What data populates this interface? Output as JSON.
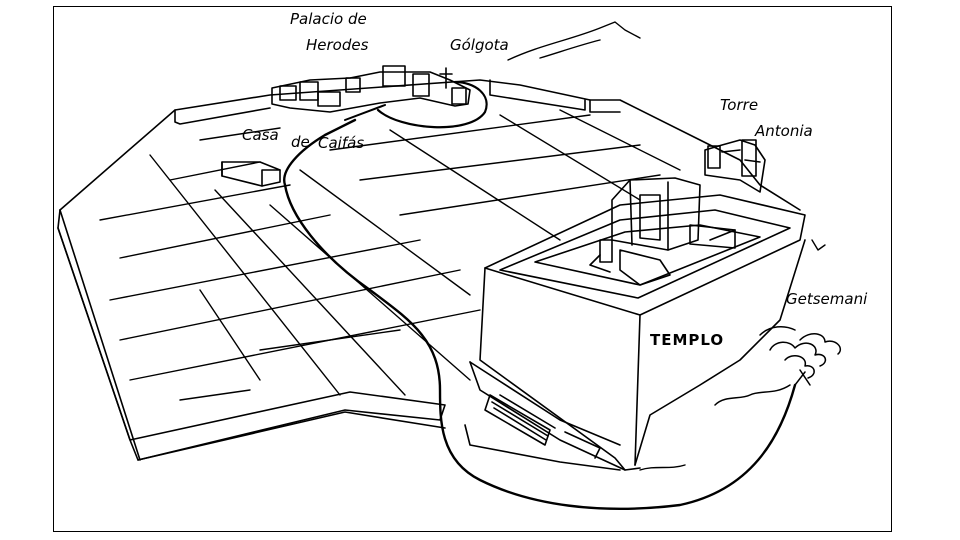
{
  "labels": {
    "palacio_line1": "Palacio de",
    "palacio_line2": "Herodes",
    "golgota": "Gólgota",
    "torre_line1": "Torre",
    "torre_line2": "Antonia",
    "casa_line1": "Casa",
    "casa_de": "de",
    "caifas": "Caifás",
    "templo": "TEMPLO",
    "getsemani": "Getsemani"
  },
  "colors": {
    "ink": "#000000",
    "paper": "#ffffff"
  }
}
